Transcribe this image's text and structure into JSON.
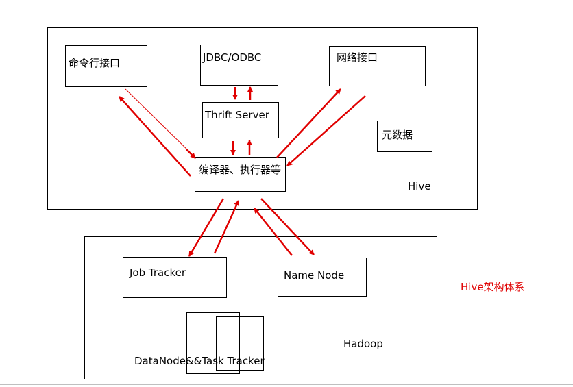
{
  "hive": {
    "label": "Hive",
    "cli": "命令行接口",
    "jdbc": "JDBC/ODBC",
    "web": "网络接口",
    "thrift": "Thrift Server",
    "compiler": "编译器、执行器等",
    "metastore": "元数据"
  },
  "hadoop": {
    "label": "Hadoop",
    "job_tracker": "Job Tracker",
    "name_node": "Name Node",
    "datanode": "DataNode&&Task Tracker"
  },
  "title": "Hive架构体系",
  "colors": {
    "arrow": "#e00000",
    "title": "#e00000",
    "border": "#000000"
  }
}
